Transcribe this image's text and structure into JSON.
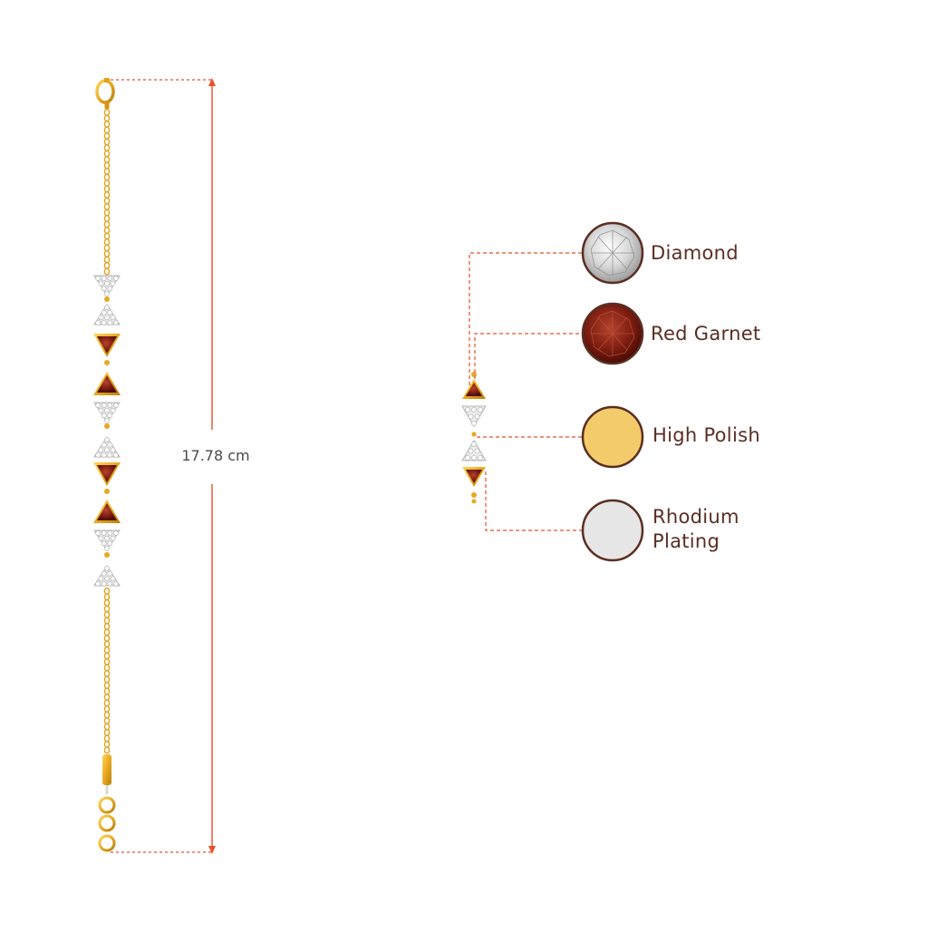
{
  "measurement": {
    "length_label": "17.78 cm"
  },
  "materials": [
    {
      "name": "Diamond",
      "icon": "diamond-swatch-icon"
    },
    {
      "name": "Red Garnet",
      "icon": "red-garnet-swatch-icon"
    },
    {
      "name": "High Polish",
      "icon": "high-polish-swatch-icon"
    },
    {
      "name": "Rhodium Plating",
      "icon": "rhodium-plating-swatch-icon"
    }
  ],
  "colors": {
    "dimension_line": "#e8502a",
    "leader_line": "#e8502a",
    "gold": "#f0b82e",
    "gold_dark": "#c98b10",
    "garnet": "#8a1e12",
    "diamond": "#dcdcdc",
    "label_text": "#5a2e22",
    "swatch_border": "#5a2e22",
    "high_polish_fill": "#f4cb6a",
    "rhodium_fill": "#e6e6e6"
  }
}
